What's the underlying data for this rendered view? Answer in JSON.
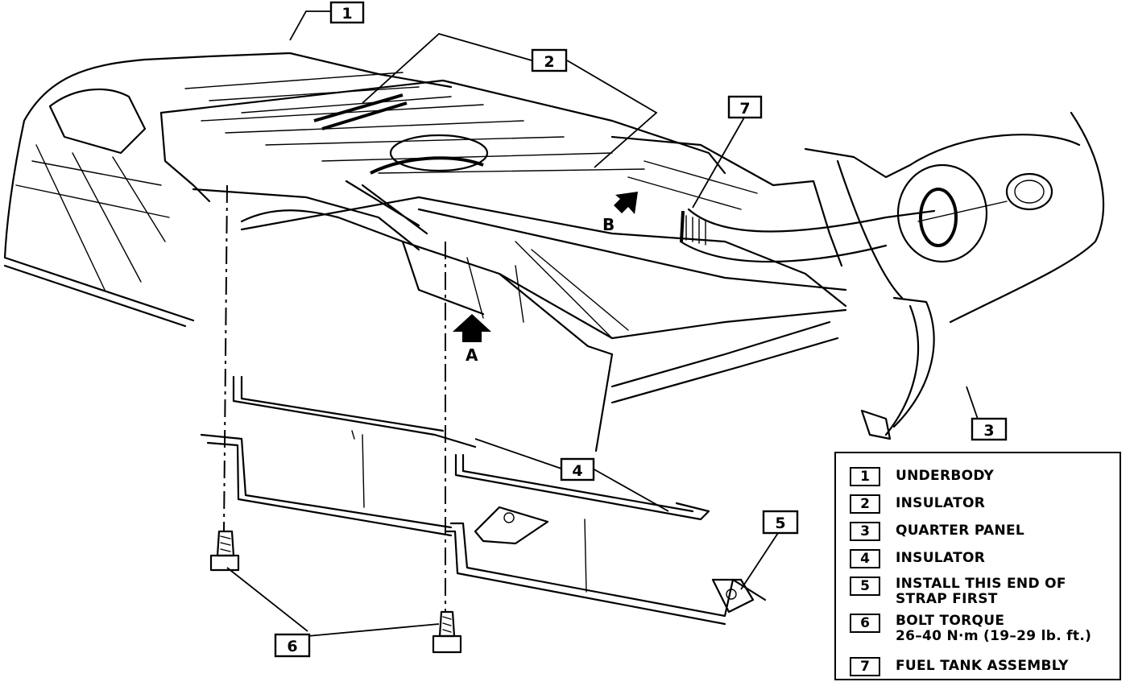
{
  "callouts": [
    "1",
    "2",
    "3",
    "4",
    "5",
    "6",
    "7"
  ],
  "view_labels": {
    "a": "A",
    "b": "B"
  },
  "legend": {
    "items": [
      {
        "num": "1",
        "text": "UNDERBODY"
      },
      {
        "num": "2",
        "text": "INSULATOR"
      },
      {
        "num": "3",
        "text": "QUARTER PANEL"
      },
      {
        "num": "4",
        "text": "INSULATOR"
      },
      {
        "num": "5",
        "text": "INSTALL THIS END OF\nSTRAP FIRST"
      },
      {
        "num": "6",
        "text": "BOLT TORQUE\n26–40 N·m (19–29 lb. ft.)"
      },
      {
        "num": "7",
        "text": "FUEL TANK ASSEMBLY"
      }
    ]
  },
  "colors": {
    "ink": "#000000",
    "paper": "#ffffff"
  }
}
